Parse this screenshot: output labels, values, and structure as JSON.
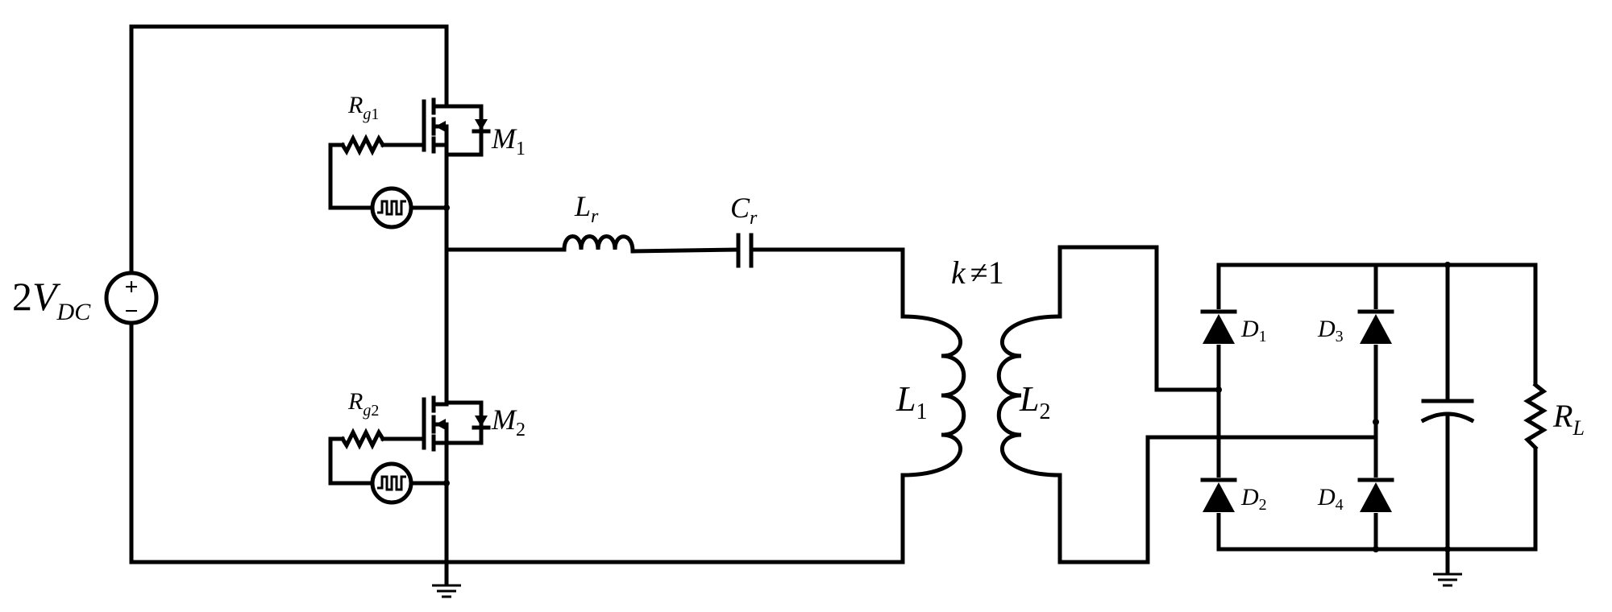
{
  "labels": {
    "source_coeff": "2",
    "source_sym": "V",
    "source_sub": "DC",
    "source_plus": "+",
    "source_minus": "−",
    "rg1_sym": "R",
    "rg1_sub": "g",
    "rg1_subnum": "1",
    "rg2_sym": "R",
    "rg2_sub": "g",
    "rg2_subnum": "2",
    "m1_sym": "M",
    "m1_sub": "1",
    "m2_sym": "M",
    "m2_sub": "2",
    "lr_sym": "L",
    "lr_sub": "r",
    "cr_sym": "C",
    "cr_sub": "r",
    "k_sym": "k",
    "k_rel": "≠1",
    "l1_sym": "L",
    "l1_sub": "1",
    "l2_sym": "L",
    "l2_sub": "2",
    "d1_sym": "D",
    "d1_sub": "1",
    "d2_sym": "D",
    "d2_sub": "2",
    "d3_sym": "D",
    "d3_sub": "3",
    "d4_sym": "D",
    "d4_sub": "4",
    "rl_sym": "R",
    "rl_sub": "L"
  },
  "colors": {
    "wire": "#000000",
    "background": "#ffffff"
  }
}
